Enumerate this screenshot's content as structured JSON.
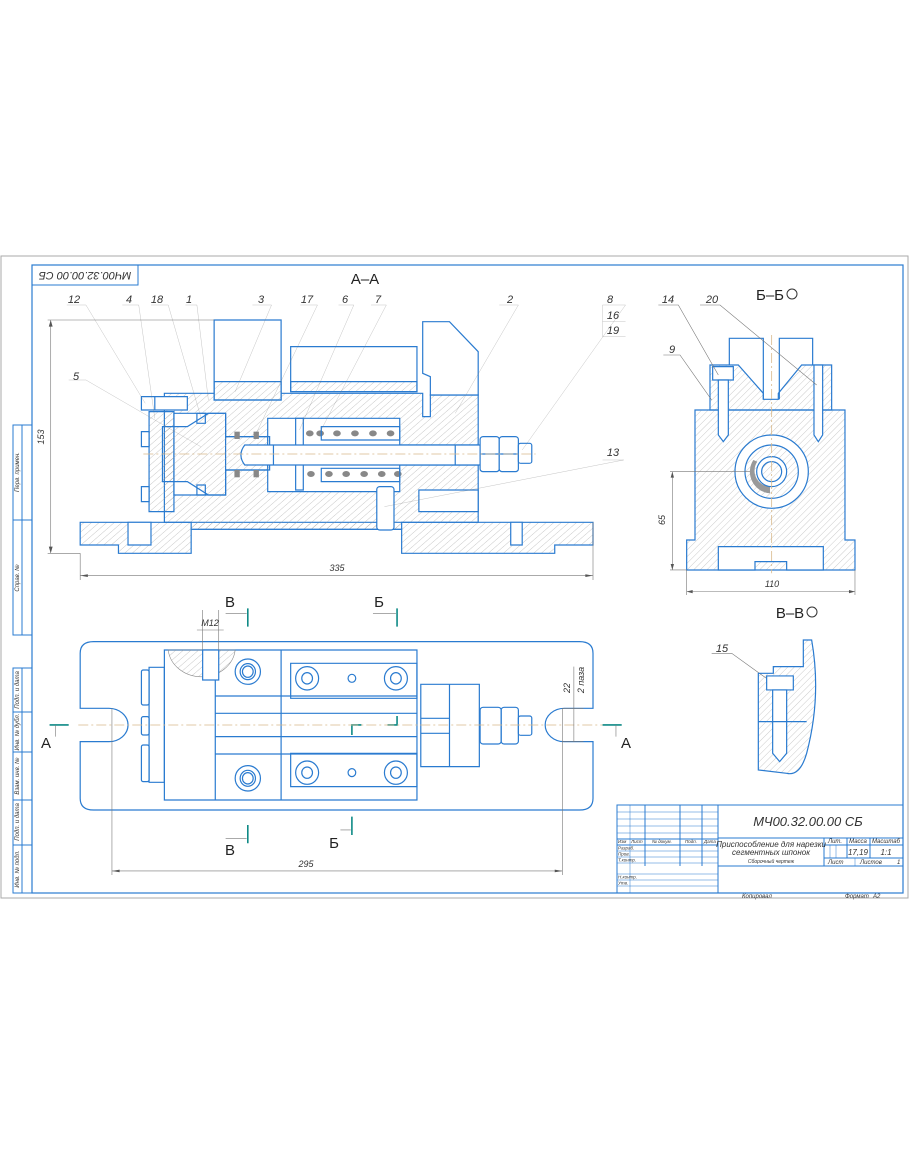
{
  "stamp": "МЧ00.32.00.00 СБ",
  "views": {
    "section_aa": "А–А",
    "section_bb": "Б–Б",
    "section_vv": "В–В"
  },
  "callouts": {
    "p1": "1",
    "p2": "2",
    "p3": "3",
    "p4": "4",
    "p5": "5",
    "p6": "6",
    "p7": "7",
    "p8": "8",
    "p9": "9",
    "p12": "12",
    "p13": "13",
    "p14": "14",
    "p15": "15",
    "p16": "16",
    "p17": "17",
    "p18": "18",
    "p19": "19",
    "p20": "20"
  },
  "dimensions": {
    "d153": "153",
    "d335": "335",
    "d65": "65",
    "d110": "110",
    "d295": "295",
    "m12": "М12",
    "d22": "22",
    "slots": "2 паза"
  },
  "section_marks": {
    "a": "А",
    "b": "Б",
    "v": "В"
  },
  "title_block": {
    "designation": "МЧ00.32.00.00 СБ",
    "name_line1": "Приспособление для нарезки",
    "name_line2": "сегментных шпонок",
    "doc_type": "Сборочный чертеж",
    "lit_label": "Лит.",
    "mass_label": "Масса",
    "scale_label": "Масштаб",
    "mass_value": "17,19",
    "scale_value": "1:1",
    "sheet_label": "Лист",
    "sheets_label": "Листов",
    "sheets_value": "1",
    "col_headers": [
      "Изм",
      "Лист",
      "№ докум.",
      "Подп.",
      "Дата"
    ],
    "roles": [
      "Разраб.",
      "Пров.",
      "Т.контр.",
      "Н.контр.",
      "Утв."
    ],
    "copied": "Копировал",
    "format_label": "Формат",
    "format_value": "А2"
  },
  "side_strip": [
    "Перв. примен.",
    "Справ. №",
    "Подп. и дата",
    "Инв. № дубл.",
    "Взам. инв. №",
    "Подп. и дата",
    "Инв. № подл."
  ]
}
